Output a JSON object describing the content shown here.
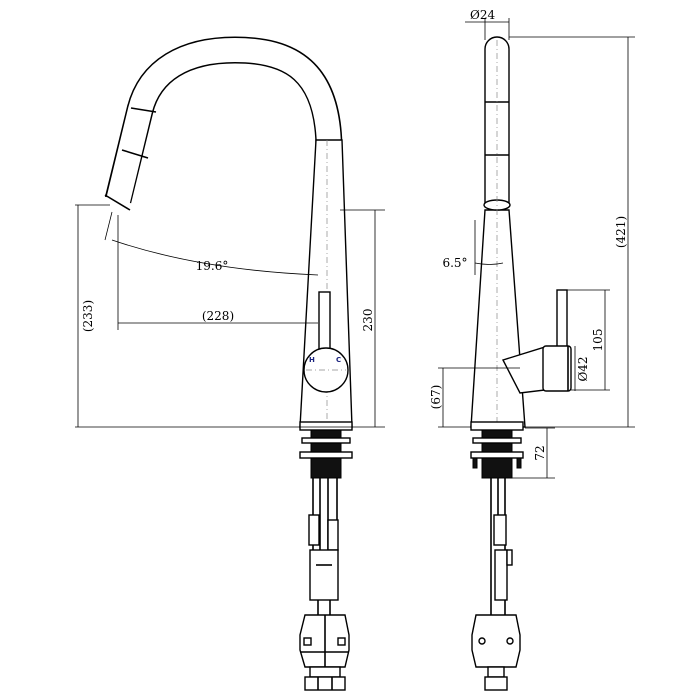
{
  "drawing": {
    "front_view": {
      "handle_labels": {
        "hot": "H",
        "cold": "C"
      },
      "dimensions": {
        "spout_height": "(233)",
        "spout_angle": "19.6°",
        "reach": "(228)",
        "body_height": "230"
      }
    },
    "side_view": {
      "dimensions": {
        "spout_diameter": "Ø24",
        "total_height": "(421)",
        "body_angle": "6.5°",
        "lever_height": "105",
        "handle_diameter": "Ø42",
        "handle_height": "(67)",
        "shank_length": "72"
      }
    },
    "colors": {
      "line": "#000000",
      "handle_labels": "#1a237e"
    }
  }
}
